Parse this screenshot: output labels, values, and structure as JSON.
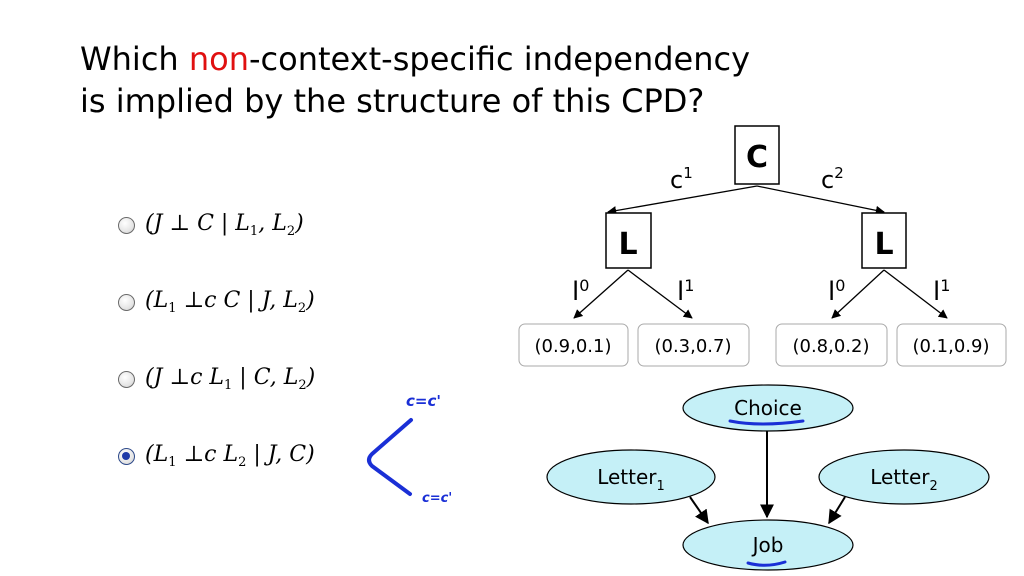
{
  "question": {
    "part1": "Which ",
    "highlight": "non",
    "part2": "-context-specific independency",
    "line2": "is implied by the structure of this CPD?"
  },
  "options": [
    {
      "f": "(J ⊥ C | L",
      "s1": "1",
      "f2": ", L",
      "s2": "2",
      "f3": ")",
      "selected": false
    },
    {
      "f": "(L",
      "s1": "1",
      "f2": " ⊥c C | J, L",
      "s2": "2",
      "f3": ")",
      "selected": false
    },
    {
      "f": "(J ⊥c L",
      "s1": "1",
      "f2": " | C, L",
      "s2": "2",
      "f3": ")",
      "selected": false
    },
    {
      "f": "(L",
      "s1": "1",
      "f2": " ⊥c L",
      "s2": "2",
      "f3": " | J, C)",
      "selected": true
    }
  ],
  "annotations": {
    "top": "c=c'",
    "bottom": "c=c'",
    "color": "#1a2fd6"
  },
  "tree": {
    "root": "C",
    "left_edge": "c",
    "left_edge_sup": "1",
    "right_edge": "c",
    "right_edge_sup": "2",
    "left_node": "L",
    "right_node": "L",
    "leaf_edges": [
      {
        "base": "l",
        "sup": "0"
      },
      {
        "base": "l",
        "sup": "1"
      },
      {
        "base": "l",
        "sup": "0"
      },
      {
        "base": "l",
        "sup": "1"
      }
    ],
    "leaves": [
      "(0.9,0.1)",
      "(0.3,0.7)",
      "(0.8,0.2)",
      "(0.1,0.9)"
    ]
  },
  "network": {
    "choice": "Choice",
    "letter1": "Letter",
    "letter1_sub": "1",
    "letter2": "Letter",
    "letter2_sub": "2",
    "job": "Job",
    "node_fill": "#c5f0f7"
  }
}
